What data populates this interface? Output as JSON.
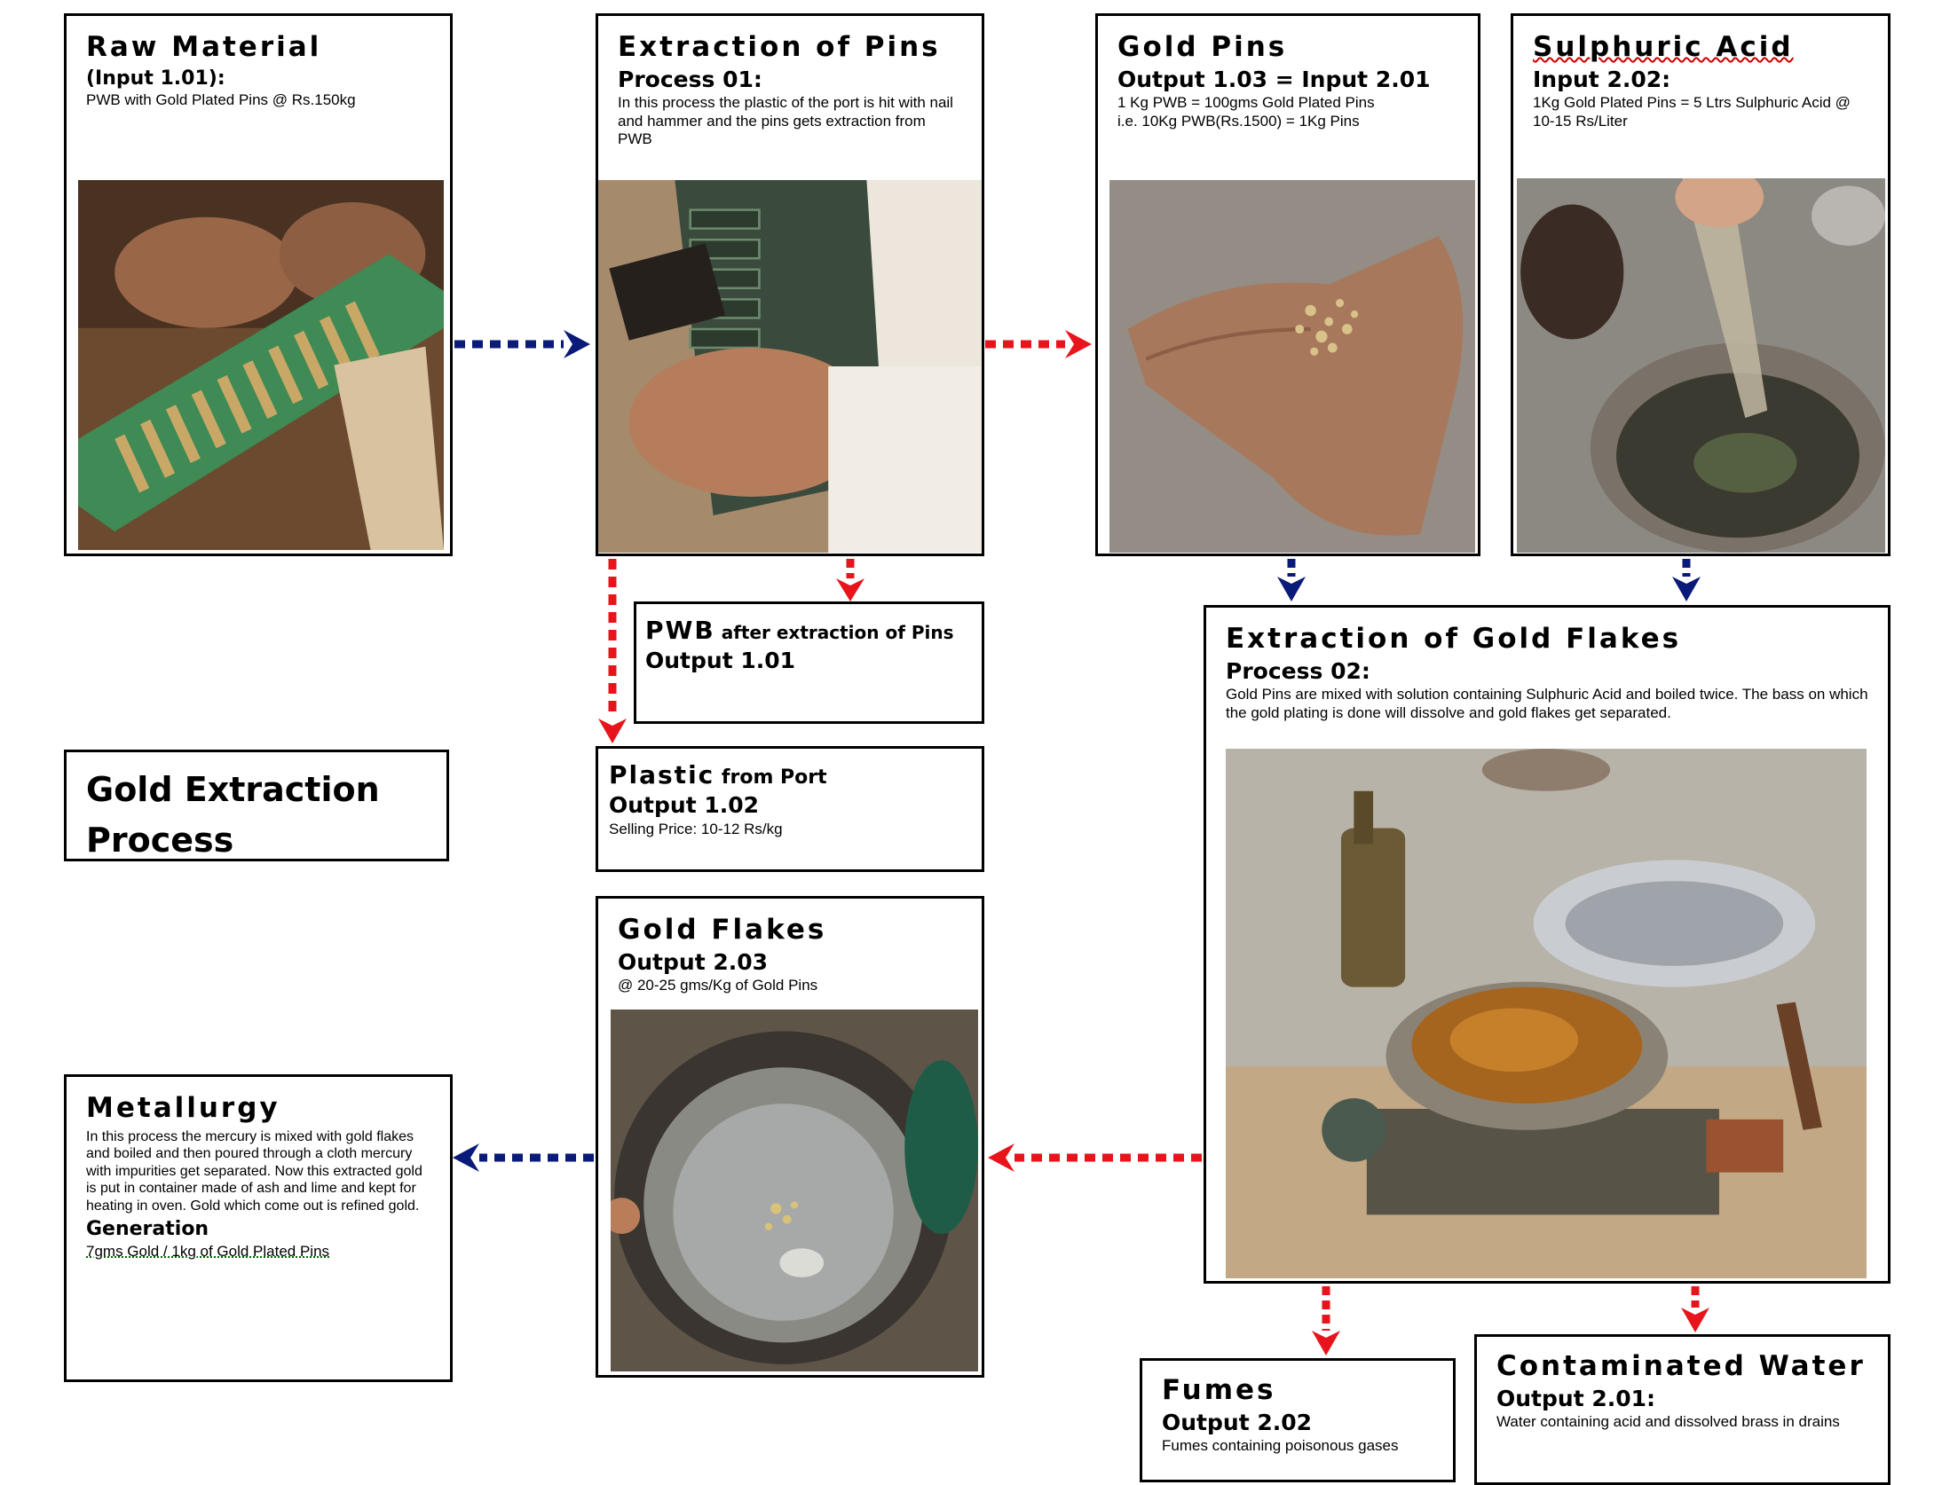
{
  "diagram_title": "Gold Extraction Process",
  "boxes": {
    "raw_material": {
      "title": "Raw Material",
      "subtitle": "(Input 1.01):",
      "text": "PWB with Gold Plated Pins @ Rs.150kg"
    },
    "extraction_pins": {
      "title": "Extraction of Pins",
      "subtitle": "Process 01:",
      "text": "In this process the plastic of the port is hit with nail and hammer and the pins gets extraction from PWB"
    },
    "gold_pins": {
      "title": "Gold Pins",
      "subtitle": "Output 1.03 = Input 2.01",
      "line1": "1 Kg PWB = 100gms Gold Plated Pins",
      "line2": "i.e. 10Kg PWB(Rs.1500) = 1Kg Pins"
    },
    "sulphuric_acid": {
      "title": "Sulphuric Acid",
      "subtitle": "Input 2.02:",
      "text": "1Kg Gold Plated Pins = 5 Ltrs Sulphuric Acid @ 10-15 Rs/Liter"
    },
    "pwb_after": {
      "title_bold": "PWB",
      "title_rest": " after extraction of Pins",
      "output": "Output 1.01"
    },
    "plastic_port": {
      "title_bold": "Plastic",
      "title_rest": " from Port",
      "output": "Output 1.02",
      "text": "Selling Price: 10-12 Rs/kg"
    },
    "gold_flakes_extraction": {
      "title": "Extraction of Gold Flakes",
      "subtitle": "Process 02:",
      "text": "Gold Pins are mixed with solution containing Sulphuric Acid and boiled twice. The bass on which the gold plating is done will dissolve and gold flakes get separated."
    },
    "gold_flakes": {
      "title": "Gold Flakes",
      "subtitle": "Output 2.03",
      "text": "@ 20-25 gms/Kg of Gold Pins"
    },
    "metallurgy": {
      "title": "Metallurgy",
      "text": "In this process the mercury is mixed with gold flakes and boiled and then poured through a cloth mercury with impurities get separated. Now this extracted gold is put in container made of ash and lime and kept for heating in oven. Gold which come out is refined gold.",
      "gen_title": "Generation",
      "gen_text": "7gms Gold / 1kg of Gold Plated Pins"
    },
    "fumes": {
      "title": "Fumes",
      "subtitle": "Output 2.02",
      "text": "Fumes containing poisonous gases"
    },
    "contaminated_water": {
      "title": "Contaminated Water",
      "subtitle": "Output 2.01:",
      "text": "Water containing acid and dissolved brass in drains"
    }
  },
  "colors": {
    "blue_arrow": "#0a1a78",
    "red_arrow": "#e8141c",
    "border": "#000000"
  }
}
